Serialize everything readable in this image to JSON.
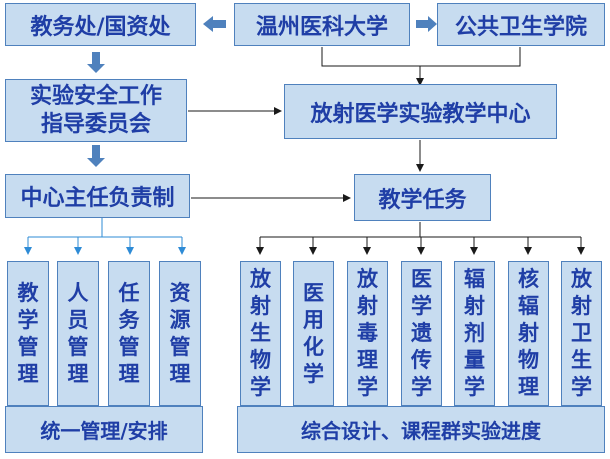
{
  "nodes": {
    "jiaowuchu": "教务处/国资处",
    "university": "温州医科大学",
    "public_health": "公共卫生学院",
    "safety_committee_line1": "实验安全工作",
    "safety_committee_line2": "指导委员会",
    "center": "放射医学实验教学中心",
    "director_system": "中心主任负责制",
    "teaching_tasks": "教学任务",
    "unified": "统一管理/安排",
    "comprehensive": "综合设计、课程群实验进度"
  },
  "management_items": [
    "教学管理",
    "人员管理",
    "任务管理",
    "资源管理"
  ],
  "courses": [
    "放射生物学",
    "医用化学",
    "放射毒理学",
    "医学遗传学",
    "辐射剂量学",
    "核辐射物理",
    "放射卫生学"
  ],
  "colors": {
    "box_fill": "#c7dcf0",
    "box_border": "#4f81bd",
    "text": "#1f3ea6",
    "arrow_fat": "#4f81bd",
    "line": "#1a1a1a",
    "line_blue": "#2e8bd6"
  }
}
